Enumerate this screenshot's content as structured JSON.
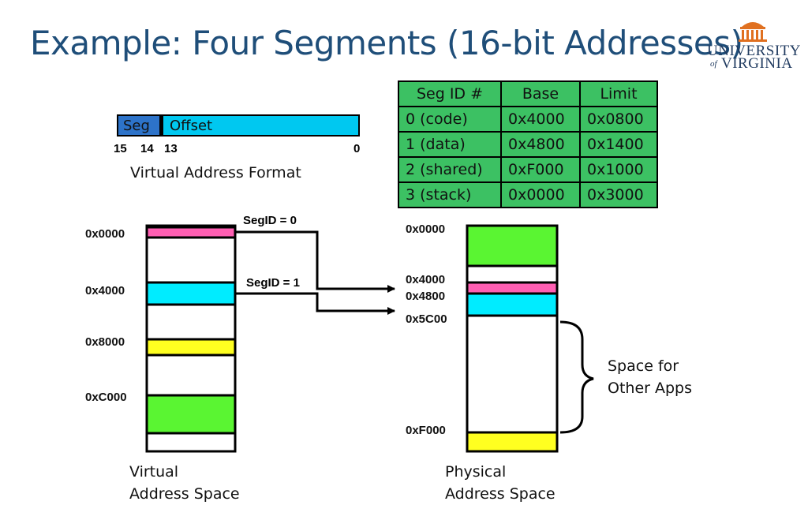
{
  "title": "Example: Four Segments (16-bit Addresses)",
  "logo": {
    "line1": "UNIVERSITY",
    "line2_prefix": "of",
    "line2": "VIRGINIA"
  },
  "address_format": {
    "seg_label": "Seg",
    "offset_label": "Offset",
    "bits": [
      "15",
      "14",
      "13",
      "0"
    ],
    "caption": "Virtual Address Format"
  },
  "segment_table": {
    "headers": [
      "Seg ID #",
      "Base",
      "Limit"
    ],
    "rows": [
      [
        "0 (code)",
        "0x4000",
        "0x0800"
      ],
      [
        "1 (data)",
        "0x4800",
        "0x1400"
      ],
      [
        "2 (shared)",
        "0xF000",
        "0x1000"
      ],
      [
        "3 (stack)",
        "0x0000",
        "0x3000"
      ]
    ]
  },
  "virtual_space": {
    "addresses": [
      "0x0000",
      "0x4000",
      "0x8000",
      "0xC000"
    ],
    "caption_line1": "Virtual",
    "caption_line2": "Address Space"
  },
  "arrows": {
    "seg0": "SegID = 0",
    "seg1": "SegID = 1"
  },
  "physical_space": {
    "addresses": [
      "0x0000",
      "0x4000",
      "0x4800",
      "0x5C00",
      "0xF000"
    ],
    "caption_line1": "Physical",
    "caption_line2": "Address Space",
    "other_apps_line1": "Space for",
    "other_apps_line2": "Other Apps"
  },
  "colors": {
    "title": "#1f4e79",
    "code": "#ff5fb3",
    "data": "#00ecff",
    "shared": "#ffff20",
    "stack": "#5af532",
    "table": "#3cc163",
    "seg_field": "#2d73c9",
    "offset_field": "#00c8f0"
  }
}
